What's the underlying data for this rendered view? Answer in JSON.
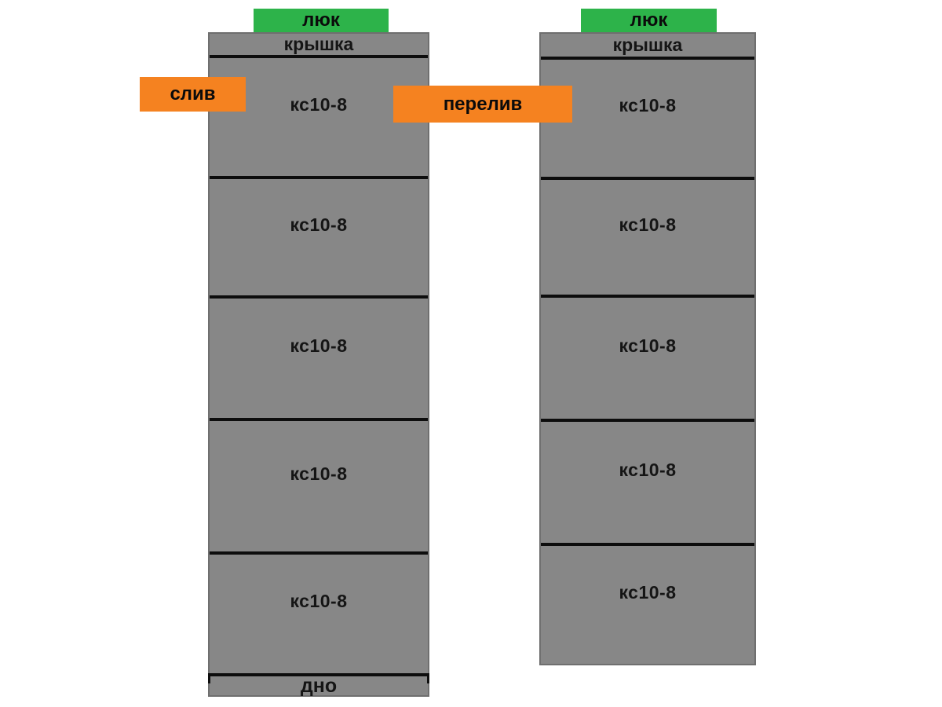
{
  "colors": {
    "concrete": "#878787",
    "concrete-edge": "#6f6f6f",
    "hatch-green": "#2db34a",
    "callout-orange": "#f58220",
    "line-black": "#0d0d0d"
  },
  "left_column": {
    "hatch_label": "люк",
    "cover_label": "крышка",
    "rings": [
      {
        "label": "кс10-8"
      },
      {
        "label": "кс10-8"
      },
      {
        "label": "кс10-8"
      },
      {
        "label": "кс10-8"
      },
      {
        "label": "кс10-8"
      }
    ],
    "bottom_label": "дно"
  },
  "right_column": {
    "hatch_label": "люк",
    "cover_label": "крышка",
    "rings": [
      {
        "label": "кс10-8"
      },
      {
        "label": "кс10-8"
      },
      {
        "label": "кс10-8"
      },
      {
        "label": "кс10-8"
      },
      {
        "label": "кс10-8"
      }
    ]
  },
  "callouts": {
    "drain": "слив",
    "overflow": "перелив"
  }
}
